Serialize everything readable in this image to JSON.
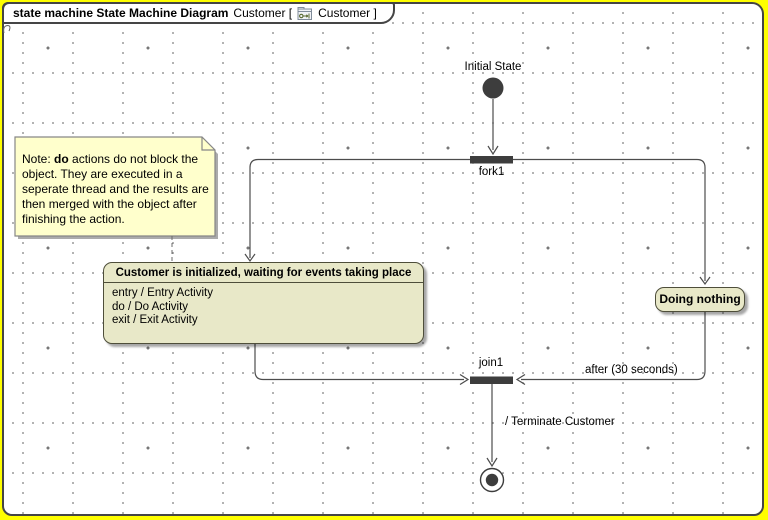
{
  "frame": {
    "tab_title_bold": "state machine State Machine Diagram",
    "tab_context_open": "Customer [",
    "tab_context_close": "Customer ]"
  },
  "note": {
    "prefix": "Note: ",
    "bold": "do",
    "rest": " actions do not block the object. They are executed in a seperate thread and the results are then merged with the object after finishing the action."
  },
  "nodes": {
    "initial_label": "Initial State",
    "fork_label": "fork1",
    "join_label": "join1",
    "main_state": {
      "title": "Customer is initialized, waiting for events taking place",
      "activities": [
        "entry / Entry Activity",
        "do / Do Activity",
        "exit / Exit Activity"
      ]
    },
    "doing_nothing_label": "Doing nothing"
  },
  "transitions": {
    "after_label": "after (30 seconds)",
    "terminate_label": "/ Terminate Customer"
  },
  "colors": {
    "frame_edge_yellow": "#ffff00",
    "frame_border": "#454545",
    "state_fill": "#e8e8c8",
    "state_border": "#4e4e3a",
    "note_fill": "#ffffcc",
    "bar_fill": "#3d3d3d",
    "line": "#4c4c4c",
    "grid_dot": "#9a9a9a"
  }
}
